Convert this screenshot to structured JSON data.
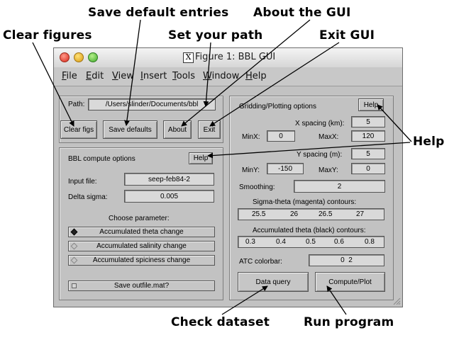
{
  "callouts": {
    "save_default": "Save default entries",
    "about": "About the GUI",
    "clear_figures": "Clear figures",
    "set_path": "Set your path",
    "exit_gui": "Exit GUI",
    "help": "Help",
    "check_dataset": "Check dataset",
    "run_program": "Run program"
  },
  "window": {
    "title": "Figure 1: BBL GUI",
    "x_glyph": "X"
  },
  "menu": [
    {
      "accel": "F",
      "rest": "ile"
    },
    {
      "accel": "E",
      "rest": "dit"
    },
    {
      "accel": "V",
      "rest": "iew"
    },
    {
      "accel": "I",
      "rest": "nsert"
    },
    {
      "accel": "T",
      "rest": "ools"
    },
    {
      "accel": "W",
      "rest": "indow"
    },
    {
      "accel": "H",
      "rest": "elp"
    }
  ],
  "top_panel": {
    "path_label": "Path:",
    "path_value": "/Users/slinder/Documents/bbl",
    "clear_figs": "Clear figs",
    "save_defaults": "Save defaults",
    "about": "About",
    "exit": "Exit"
  },
  "compute": {
    "title": "BBL compute options",
    "help": "Help",
    "input_file_label": "Input file:",
    "input_file_value": "seep-feb84-2",
    "delta_sigma_label": "Delta sigma:",
    "delta_sigma_value": "0.005",
    "choose_label": "Choose parameter:",
    "options": [
      {
        "label": "Accumulated theta change",
        "selected": true
      },
      {
        "label": "Accumulated salinity change",
        "selected": false
      },
      {
        "label": "Accumulated spiciness change",
        "selected": false
      }
    ],
    "save_outfile_label": "Save outfile.mat?",
    "save_outfile_checked": false
  },
  "gridding": {
    "title": "Gridding/Plotting options",
    "help": "Help",
    "x_spacing_label": "X spacing (km):",
    "x_spacing_value": "5",
    "minx_label": "MinX:",
    "minx_value": "0",
    "maxx_label": "MaxX:",
    "maxx_value": "120",
    "y_spacing_label": "Y spacing (m):",
    "y_spacing_value": "5",
    "miny_label": "MinY:",
    "miny_value": "-150",
    "maxy_label": "MaxY:",
    "maxy_value": "0",
    "smoothing_label": "Smoothing:",
    "smoothing_value": "2",
    "sigma_label": "Sigma-theta (magenta) contours:",
    "sigma_values": [
      "25.5",
      "26",
      "26.5",
      "27"
    ],
    "theta_label": "Accumulated theta (black) contours:",
    "theta_values": [
      "0.3",
      "0.4",
      "0.5",
      "0.6",
      "0.8"
    ],
    "atc_label": "ATC colorbar:",
    "atc_value": "0  2",
    "data_query": "Data query",
    "compute_plot": "Compute/Plot"
  }
}
